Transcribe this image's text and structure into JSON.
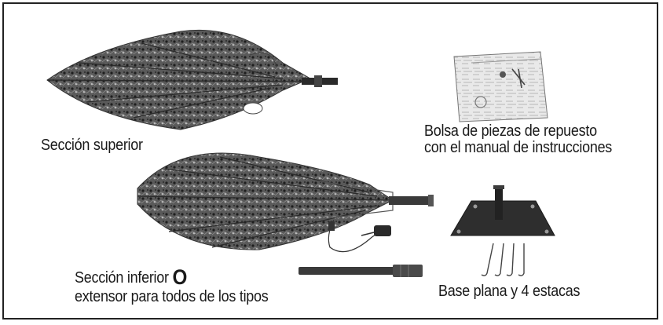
{
  "labels": {
    "top_section": "Sección superior",
    "parts_bag_line1": "Bolsa de piezas de repuesto",
    "parts_bag_line2": "con el manual de instrucciones",
    "bottom_section_line1": "Sección inferior",
    "bottom_section_or": "O",
    "bottom_section_line2": "extensor para todos de los tipos",
    "base_stakes": "Base plana y 4 estacas"
  },
  "colors": {
    "ink": "#1a1a1a",
    "foliage": "#4a4a4a",
    "background": "#ffffff"
  }
}
